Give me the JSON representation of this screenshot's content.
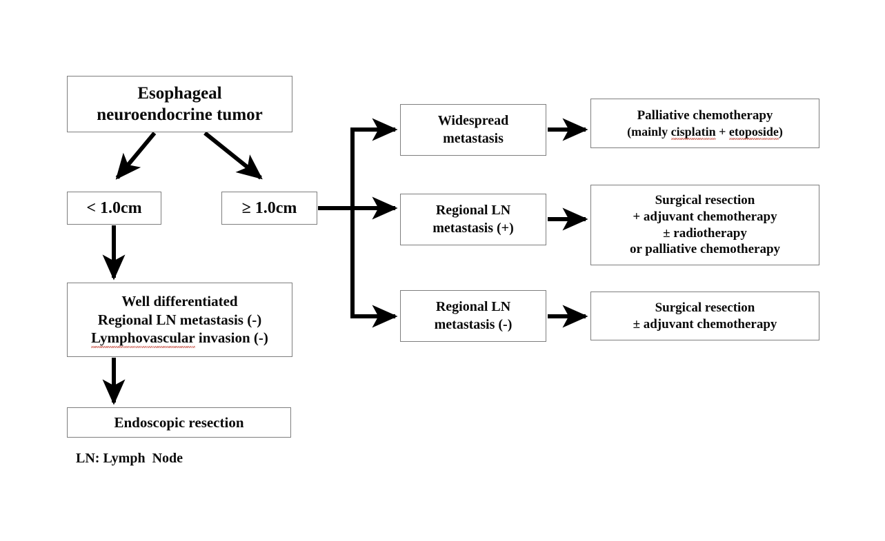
{
  "figure": {
    "title": "Esophageal neuroendocrine tumor treatment algorithm",
    "line_color": "#000000",
    "box_border_color": "#7d7d7d",
    "text_color": "#0a0a0a",
    "background": "#ffffff",
    "spellcheck_underline_color": "#c0392b"
  },
  "nodes": {
    "root": {
      "line1": "Esophageal",
      "line2": "neuroendocrine tumor"
    },
    "size_small": {
      "label": "< 1.0cm"
    },
    "size_large": {
      "label": "≥ 1.0cm"
    },
    "well_differentiated": {
      "line1": "Well differentiated",
      "line2": "Regional LN metastasis (-)",
      "line3_a": "Lymphovascular",
      "line3_b": " invasion (-)"
    },
    "endoscopic": {
      "label": "Endoscopic resection"
    },
    "widespread": {
      "line1": "Widespread",
      "line2": "metastasis"
    },
    "ln_positive": {
      "line1": "Regional LN",
      "line2": "metastasis (+)"
    },
    "ln_negative": {
      "line1": "Regional LN",
      "line2": "metastasis (-)"
    },
    "palliative": {
      "line1": "Palliative chemotherapy",
      "line2_a": "(mainly ",
      "line2_b": "cisplatin",
      "line2_c": " + ",
      "line2_d": "etoposide",
      "line2_e": ")"
    },
    "surgical_adjuvant": {
      "line1": "Surgical resection",
      "line2": "+ adjuvant  chemotherapy",
      "line3": "± radiotherapy",
      "line4": "or palliative chemotherapy"
    },
    "surgical_pm": {
      "line1": "Surgical resection",
      "line2": "± adjuvant  chemotherapy"
    }
  },
  "legend": {
    "text": "LN: Lymph  Node"
  },
  "edges": [
    {
      "id": "root-to-small",
      "from": "root",
      "to": "size_small",
      "style": "diagonal-arrow"
    },
    {
      "id": "root-to-large",
      "from": "root",
      "to": "size_large",
      "style": "diagonal-arrow"
    },
    {
      "id": "small-to-welldiff",
      "from": "size_small",
      "to": "well_differentiated",
      "style": "vertical-arrow"
    },
    {
      "id": "welldiff-to-endo",
      "from": "well_differentiated",
      "to": "endoscopic",
      "style": "vertical-arrow"
    },
    {
      "id": "large-to-trunk",
      "from": "size_large",
      "to": "branch_trunk",
      "style": "horizontal-line"
    },
    {
      "id": "trunk-to-widespread",
      "from": "branch_trunk",
      "to": "widespread",
      "style": "elbow-arrow"
    },
    {
      "id": "trunk-to-ln-pos",
      "from": "branch_trunk",
      "to": "ln_positive",
      "style": "horizontal-arrow"
    },
    {
      "id": "trunk-to-ln-neg",
      "from": "branch_trunk",
      "to": "ln_negative",
      "style": "elbow-arrow"
    },
    {
      "id": "widespread-to-palliative",
      "from": "widespread",
      "to": "palliative",
      "style": "horizontal-arrow"
    },
    {
      "id": "ln-pos-to-surg-adj",
      "from": "ln_positive",
      "to": "surgical_adjuvant",
      "style": "horizontal-arrow"
    },
    {
      "id": "ln-neg-to-surg-pm",
      "from": "ln_negative",
      "to": "surgical_pm",
      "style": "horizontal-arrow"
    }
  ]
}
